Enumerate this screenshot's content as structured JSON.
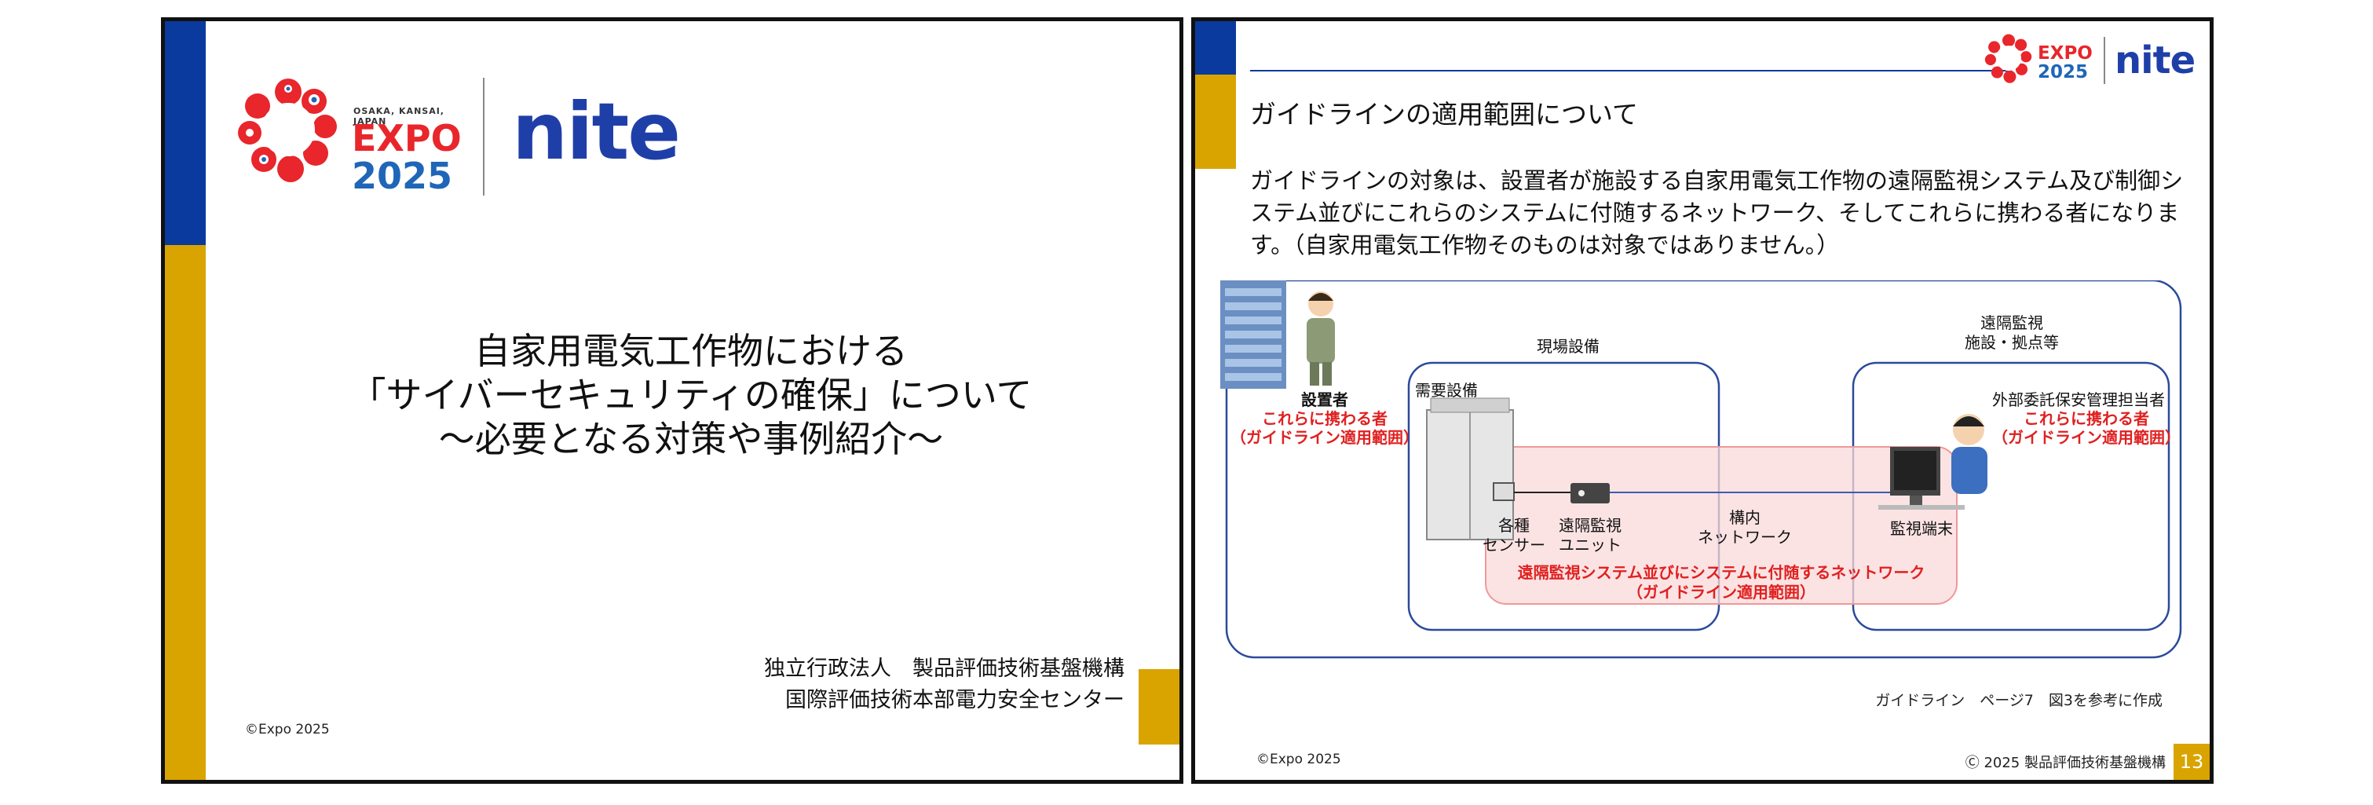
{
  "slide1": {
    "expo": {
      "place": "OSAKA, KANSAI, JAPAN",
      "word": "EXPO",
      "year": "2025"
    },
    "nite": "nite",
    "title_lines": [
      "自家用電気工作物における",
      "「サイバーセキュリティの確保」について",
      "～必要となる対策や事例紹介～"
    ],
    "org_lines": [
      "独立行政法人　製品評価技術基盤機構",
      "国際評価技術本部電力安全センター"
    ],
    "copyright": "©Expo 2025"
  },
  "slide2": {
    "expo": {
      "word": "EXPO",
      "year": "2025"
    },
    "nite": "nite",
    "title": "ガイドラインの適用範囲について",
    "body": "ガイドラインの対象は、設置者が施設する自家用電気工作物の遠隔監視システム及び制御システム並びにこれらのシステムに付随するネットワーク、そしてこれらに携わる者になります。（自家用電気工作物そのものは対象ではありません。）",
    "diagram": {
      "installer": "設置者",
      "installer_role": "これらに携わる者",
      "installer_scope": "（ガイドライン適用範囲）",
      "onsite": "現場設備",
      "demand": "需要設備",
      "sensors": [
        "各種",
        "センサー"
      ],
      "remote_unit": [
        "遠隔監視",
        "ユニット"
      ],
      "lan": [
        "構内",
        "ネットワーク"
      ],
      "remote_site": [
        "遠隔監視",
        "施設・拠点等"
      ],
      "outsourced": "外部委託保安管理担当者",
      "outsourced_role": "これらに携わる者",
      "outsourced_scope": "（ガイドライン適用範囲）",
      "terminal": "監視端末",
      "network_scope_1": "遠隔監視システム並びにシステムに付随するネットワーク",
      "network_scope_2": "（ガイドライン適用範囲）"
    },
    "note": "ガイドライン　ページ7　図3を参考に作成",
    "copyright": "©Expo 2025",
    "footer": "Ⓒ 2025 製品評価技術基盤機構",
    "page": "13"
  },
  "colors": {
    "blue": "#0a3a9e",
    "gold": "#d9a400",
    "red": "#e02020"
  }
}
